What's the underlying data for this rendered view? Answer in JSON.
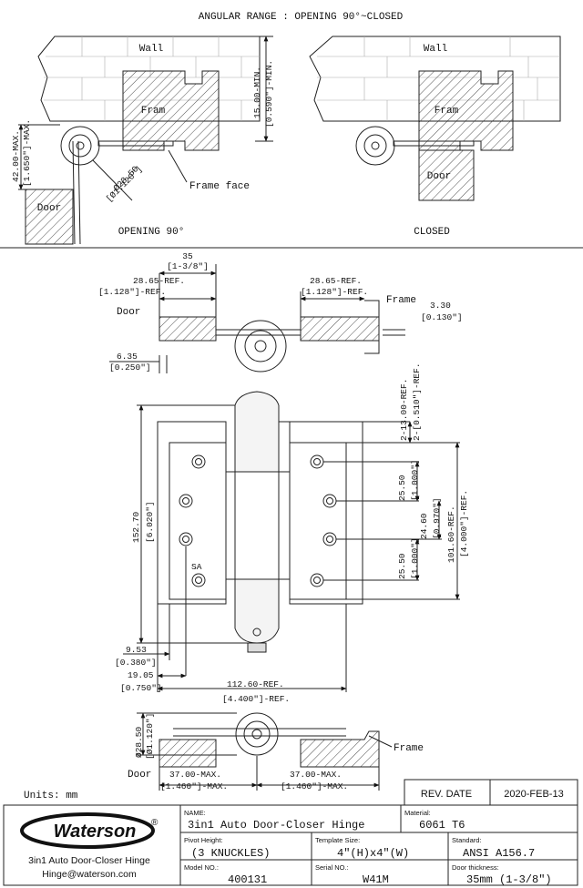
{
  "views": {
    "angular_range_title": "ANGULAR RANGE : OPENING 90°~CLOSED",
    "opening_label": "OPENING 90°",
    "closed_label": "CLOSED",
    "wall_label": "Wall",
    "frame_label": "Fram",
    "door_label": "Door",
    "frame_face_label": "Frame face",
    "dim_15_mm": "15.00-MIN.",
    "dim_15_in": "[0.590\"]-MIN.",
    "dim_42_mm": "42.00-MAX.",
    "dim_42_in": "[1.650\"]-MAX.",
    "dim_dia_mm": "Ø28.50",
    "dim_dia_in": "[Ø1.120\"]"
  },
  "top_detail": {
    "dim_35_mm": "35",
    "dim_35_in": "[1-3/8\"]",
    "ref_left_mm": "28.65-REF.",
    "ref_left_in": "[1.128\"]-REF.",
    "ref_right_mm": "28.65-REF.",
    "ref_right_in": "[1.128\"]-REF.",
    "door_label": "Door",
    "frame_label": "Frame",
    "dim_330_mm": "3.30",
    "dim_330_in": "[0.130\"]",
    "dim_635_mm": "6.35",
    "dim_635_in": "[0.250\"]"
  },
  "front_view": {
    "dim_152_mm": "152.70",
    "dim_152_in": "[6.020\"]",
    "dim_13_mm": "2-13.00-REF.",
    "dim_13_in": "2-[0.510\"]-REF.",
    "dim_2550a_mm": "25.50",
    "dim_2550a_in": "[1.000\"]",
    "dim_2460_mm": "24.60",
    "dim_2460_in": "[0.970\"]",
    "dim_2550b_mm": "25.50",
    "dim_2550b_in": "[1.000\"]",
    "dim_101_mm": "101.60-REF.",
    "dim_101_in": "[4.000\"]-REF.",
    "sa_mark": "SA",
    "dim_953_mm": "9.53",
    "dim_953_in": "[0.380\"]",
    "dim_1905_mm": "19.05",
    "dim_1905_in": "[0.750\"]",
    "dim_112_mm": "112.60-REF.",
    "dim_112_in": "[4.400\"]-REF."
  },
  "bottom_detail": {
    "dim_dia_mm": "Ø28.50",
    "dim_dia_in": "[Ø1.120\"]",
    "frame_label": "Frame",
    "door_label": "Door",
    "dim_37a_mm": "37.00-MAX.",
    "dim_37a_in": "[1.460\"]-MAX.",
    "dim_37b_mm": "37.00-MAX.",
    "dim_37b_in": "[1.460\"]-MAX."
  },
  "units_label": "Units: mm",
  "title_block": {
    "rev_date_label": "REV. DATE",
    "rev_date_value": "2020-FEB-13",
    "brand": "Waterson",
    "brand_mark": "®",
    "product_caption": "3in1 Auto Door-Closer Hinge",
    "email": "Hinge@waterson.com",
    "name_label": "NAME:",
    "name_value": "3in1 Auto Door-Closer Hinge",
    "material_label": "Material:",
    "material_value": "6061 T6",
    "pivot_label": "Pivot Height:",
    "pivot_value": "(3 KNUCKLES)",
    "template_label": "Template Size:",
    "template_value": "4\"(H)x4\"(W)",
    "standard_label": "Standard:",
    "standard_value": "ANSI A156.7",
    "model_label": "Model NO.:",
    "model_value": "400131",
    "serial_label": "Serial NO.:",
    "serial_value": "W41M",
    "door_thickness_label": "Door thickness:",
    "door_thickness_value": "35mm (1-3/8\")"
  }
}
